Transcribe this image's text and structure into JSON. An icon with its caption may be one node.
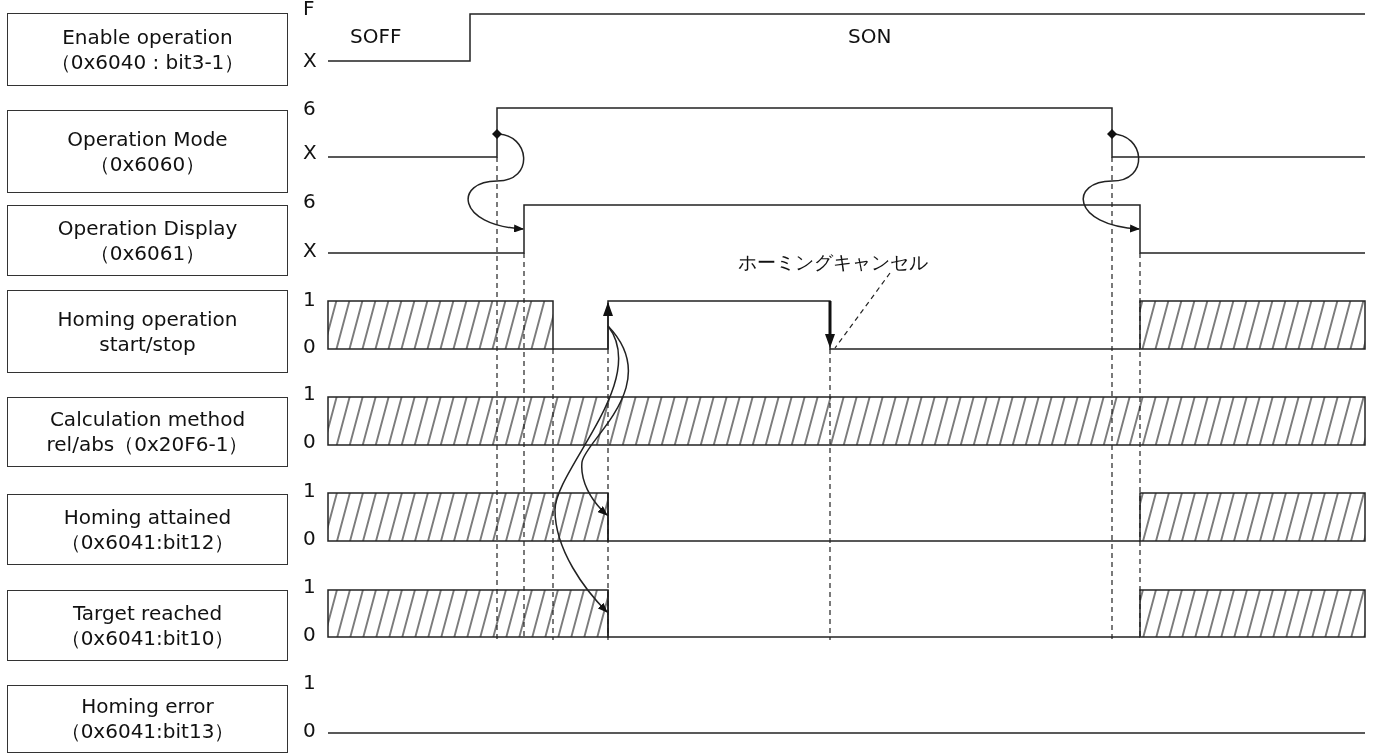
{
  "diagram": {
    "nodes": [
      {
        "text": [
          "Enable operation （0x6040 : bit3-1）"
        ]
      },
      {
        "text": [
          "Operation Mode （0x6060）"
        ]
      },
      {
        "text": [
          "Operation Display （0x6061）"
        ]
      },
      {
        "text": [
          "Homing operation start/stop"
        ]
      },
      {
        "text": [
          "Calculation method rel/abs（0x20F6-1）"
        ]
      },
      {
        "text": [
          "Homing attained （0x6041:bit12）"
        ]
      },
      {
        "text": [
          "Target reached （0x6041:bit10）"
        ]
      },
      {
        "text": [
          "Homing error （0x6041:bit13）"
        ]
      },
      {
        "text": [
          "ホーミングキャンセル"
        ]
      },
      {
        "text": [],
        "shape": "arrow"
      }
    ],
    "edges": [
      {
        "from": 8,
        "to": 9,
        "arrow": "none",
        "style": "dashed"
      }
    ],
    "labels": [
      "F",
      "SOFF",
      "SON",
      "X",
      "6",
      "X",
      "6",
      "X",
      "1",
      "0",
      "1",
      "0",
      "1",
      "0",
      "1",
      "0",
      "1",
      "0"
    ]
  }
}
